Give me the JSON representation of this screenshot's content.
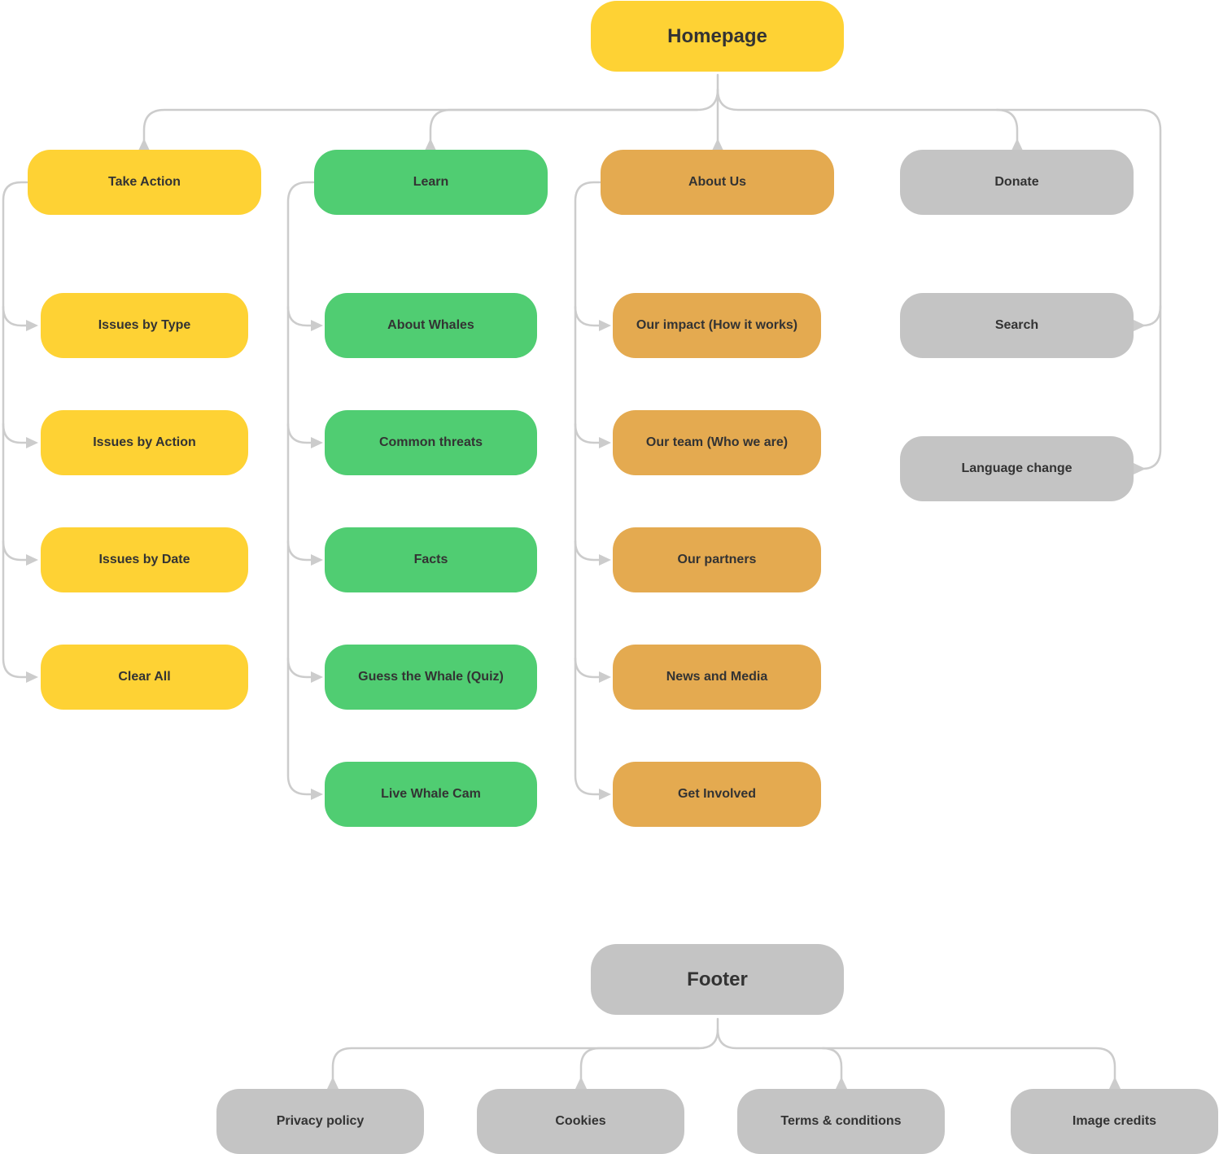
{
  "colors": {
    "yellow": "#fed234",
    "green": "#50cd72",
    "orange": "#e4aa50",
    "gray": "#c4c4c4",
    "connector": "#cccccc",
    "text": "#333333"
  },
  "homepage": {
    "label": "Homepage",
    "sections": [
      {
        "label": "Take Action",
        "color": "yellow",
        "children": [
          "Issues by Type",
          "Issues by Action",
          "Issues by Date",
          "Clear All"
        ]
      },
      {
        "label": "Learn",
        "color": "green",
        "children": [
          "About Whales",
          "Common threats",
          "Facts",
          "Guess the Whale (Quiz)",
          "Live Whale Cam"
        ]
      },
      {
        "label": "About Us",
        "color": "orange",
        "children": [
          "Our impact (How it works)",
          "Our team (Who we are)",
          "Our partners",
          "News and Media",
          "Get Involved"
        ]
      },
      {
        "label": "Donate",
        "color": "gray",
        "children": []
      }
    ],
    "utility": [
      "Search",
      "Language change"
    ]
  },
  "footer": {
    "label": "Footer",
    "children": [
      "Privacy policy",
      "Cookies",
      "Terms & conditions",
      "Image credits"
    ]
  }
}
